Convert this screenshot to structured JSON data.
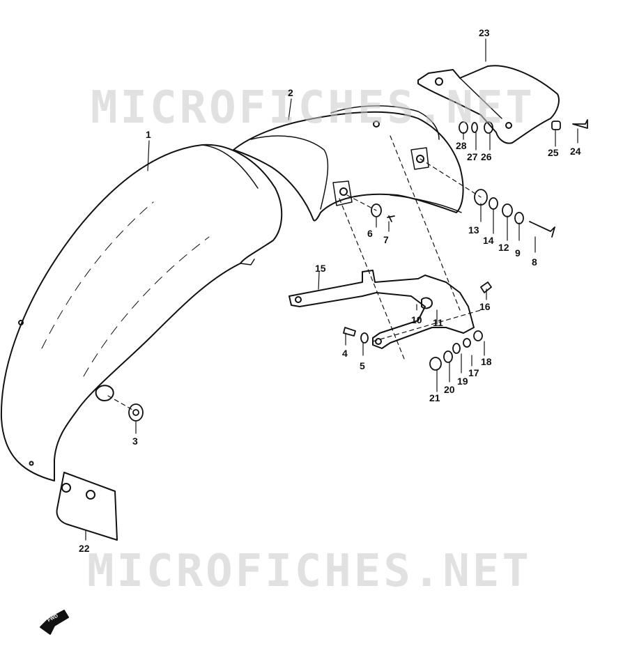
{
  "watermark": {
    "top": "MICROFICHES.NET",
    "bottom": "MICROFICHES.NET"
  },
  "callouts": [
    "1",
    "2",
    "3",
    "4",
    "5",
    "6",
    "7",
    "8",
    "9",
    "10",
    "11",
    "12",
    "13",
    "14",
    "15",
    "16",
    "17",
    "18",
    "19",
    "20",
    "21",
    "22",
    "23",
    "24",
    "25",
    "26",
    "27",
    "28"
  ],
  "fwd_label": "FWD",
  "colors": {
    "ink": "#111111",
    "watermark": "#c8c8c8",
    "paper": "#ffffff"
  }
}
